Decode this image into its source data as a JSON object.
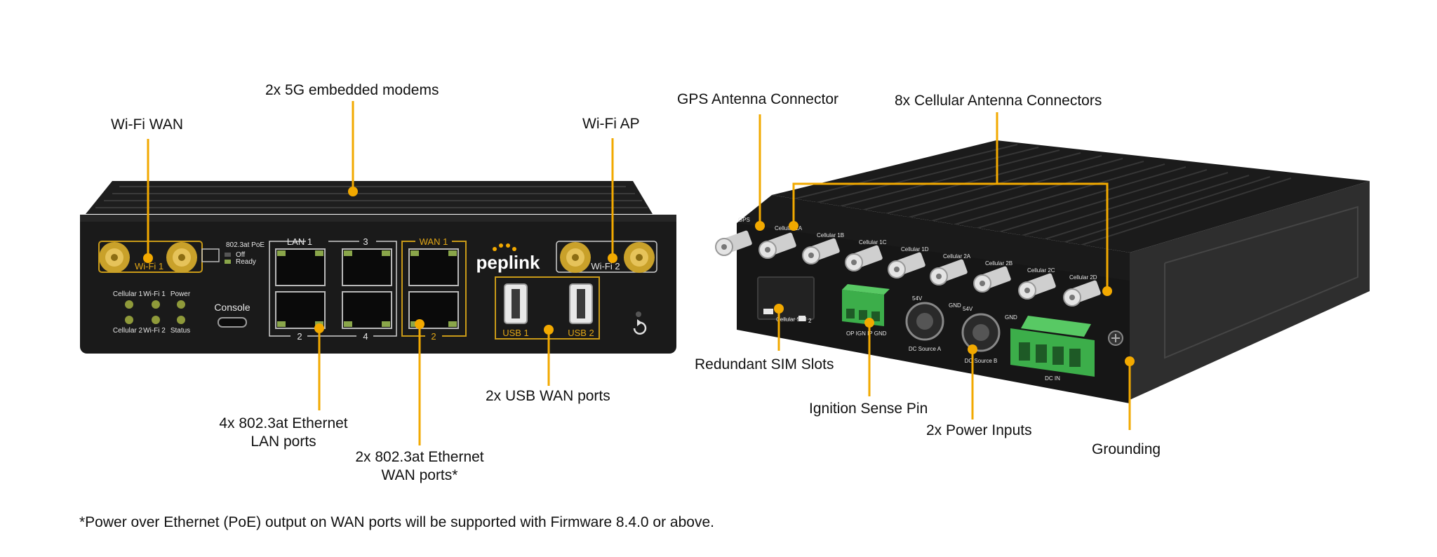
{
  "callouts": {
    "modems": "2x 5G embedded modems",
    "wifi_wan": "Wi-Fi WAN",
    "wifi_ap": "Wi-Fi AP",
    "lan_ports": [
      "4x 802.3at Ethernet",
      "LAN ports"
    ],
    "wan_ports": [
      "2x 802.3at Ethernet",
      "WAN ports*"
    ],
    "usb_wan": "2x USB WAN ports",
    "gps": "GPS Antenna Connector",
    "cellular": "8x Cellular Antenna Connectors",
    "sim": "Redundant SIM Slots",
    "ignition": "Ignition Sense Pin",
    "power": "2x Power Inputs",
    "grounding": "Grounding"
  },
  "footnote": "*Power over Ethernet (PoE) output on WAN ports will be supported with Firmware 8.4.0 or above.",
  "front_panel": {
    "brand": "peplink",
    "wifi1": "Wi-Fi 1",
    "wifi2": "Wi-Fi 2",
    "poe_legend": [
      "802.3at PoE",
      "Off",
      "Ready"
    ],
    "leds_top": [
      "Cellular 1",
      "Wi-Fi 1",
      "Power"
    ],
    "leds_bottom": [
      "Cellular 2",
      "Wi-Fi 2",
      "Status"
    ],
    "console": "Console",
    "lan1": "LAN 1",
    "lan3": "3",
    "lan2": "2",
    "lan4": "4",
    "wan1": "WAN 1",
    "wan2": "2",
    "usb1": "USB 1",
    "usb2": "USB 2"
  },
  "rear_panel": {
    "gps": "GPS",
    "cellular_labels": [
      "Cellular 1A",
      "Cellular 1B",
      "Cellular 1C",
      "Cellular 1D",
      "Cellular 2A",
      "Cellular 2B",
      "Cellular 2C",
      "Cellular 2D"
    ],
    "sim_label": "Cellular SIM",
    "sim_num": "2",
    "ignition_label": "OP IGN IP GND",
    "dc_a": "DC Source A",
    "dc_b": "DC Source B",
    "v54": "54V",
    "gnd": "GND",
    "dc_in": "DC IN"
  },
  "colors": {
    "accent": "#f2a900",
    "chassis": "#1c1c1c",
    "terminal": "#3cae4a"
  }
}
